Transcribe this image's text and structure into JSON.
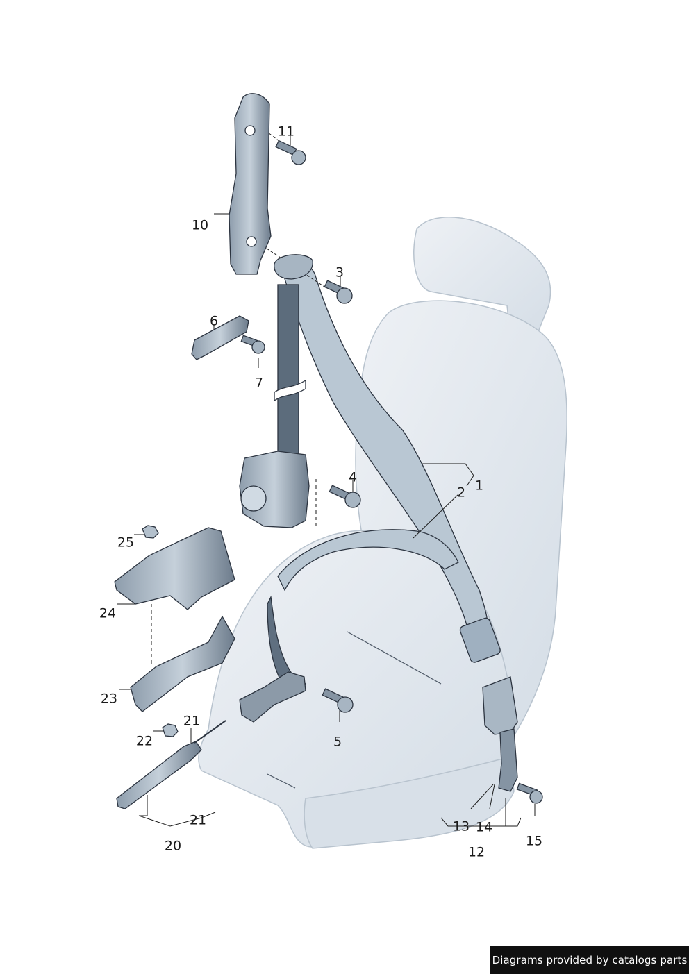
{
  "callouts": [
    {
      "label": "11",
      "id": "11"
    },
    {
      "label": "10",
      "id": "10"
    },
    {
      "label": "3",
      "id": "3"
    },
    {
      "label": "6",
      "id": "6"
    },
    {
      "label": "7",
      "id": "7"
    },
    {
      "label": "4",
      "id": "4"
    },
    {
      "label": "2",
      "id": "2"
    },
    {
      "label": "1",
      "id": "1"
    },
    {
      "label": "25",
      "id": "25"
    },
    {
      "label": "24",
      "id": "24"
    },
    {
      "label": "23",
      "id": "23"
    },
    {
      "label": "21",
      "id": "21a"
    },
    {
      "label": "22",
      "id": "22"
    },
    {
      "label": "5",
      "id": "5"
    },
    {
      "label": "21",
      "id": "21b"
    },
    {
      "label": "20",
      "id": "20"
    },
    {
      "label": "13",
      "id": "13"
    },
    {
      "label": "14",
      "id": "14"
    },
    {
      "label": "12",
      "id": "12"
    },
    {
      "label": "15",
      "id": "15"
    }
  ],
  "footer": {
    "text": "Diagrams provided by catalogs parts"
  },
  "colors": {
    "part_fill": "#c9d4de",
    "part_dark": "#7b8a99",
    "seat_fill": "#e3e8ee",
    "outline": "#2c3440"
  }
}
